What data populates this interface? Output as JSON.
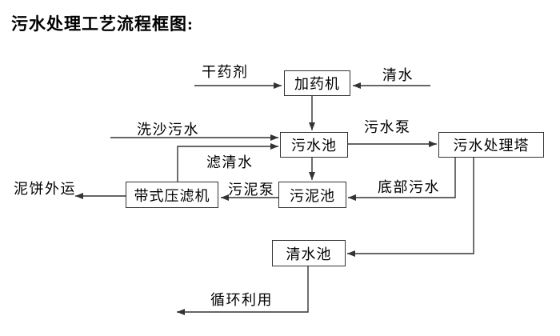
{
  "title": "污水处理工艺流程框图:",
  "diagram": {
    "nodes": [
      {
        "id": "dosing-machine",
        "label": "加药机"
      },
      {
        "id": "sewage-pool",
        "label": "污水池"
      },
      {
        "id": "sewage-treatment-tower",
        "label": "污水处理塔"
      },
      {
        "id": "sludge-pool",
        "label": "污泥池"
      },
      {
        "id": "belt-filter-press",
        "label": "带式压滤机"
      },
      {
        "id": "clean-water-pool",
        "label": "清水池"
      }
    ],
    "edge_labels": [
      {
        "id": "dry-chemical",
        "label": "干药剂"
      },
      {
        "id": "clean-water",
        "label": "清水"
      },
      {
        "id": "sand-washing-sewage",
        "label": "洗沙污水"
      },
      {
        "id": "sewage-pump",
        "label": "污水泵"
      },
      {
        "id": "filtered-water",
        "label": "滤清水"
      },
      {
        "id": "mud-cake-outbound",
        "label": "泥饼外运"
      },
      {
        "id": "sludge-pump",
        "label": "污泥泵"
      },
      {
        "id": "bottom-sewage",
        "label": "底部污水"
      },
      {
        "id": "recycle-reuse",
        "label": "循环利用"
      }
    ],
    "flows": [
      {
        "from": "干药剂",
        "to": "加药机",
        "label": ""
      },
      {
        "from": "清水",
        "to": "加药机",
        "label": ""
      },
      {
        "from": "加药机",
        "to": "污水池",
        "label": ""
      },
      {
        "from": "洗沙污水",
        "to": "污水池",
        "label": ""
      },
      {
        "from": "带式压滤机",
        "to": "污水池",
        "label": "滤清水"
      },
      {
        "from": "污水池",
        "to": "污水处理塔",
        "label": "污水泵"
      },
      {
        "from": "污水池",
        "to": "污泥池",
        "label": ""
      },
      {
        "from": "污水处理塔",
        "to": "污泥池",
        "label": "底部污水"
      },
      {
        "from": "污泥池",
        "to": "带式压滤机",
        "label": "污泥泵"
      },
      {
        "from": "带式压滤机",
        "to": "泥饼外运",
        "label": ""
      },
      {
        "from": "污水处理塔",
        "to": "清水池",
        "label": ""
      },
      {
        "from": "清水池",
        "to": "循环利用",
        "label": ""
      }
    ],
    "colors": {
      "line": "#333333",
      "box_border": "#333333",
      "text": "#000000",
      "background": "#ffffff"
    }
  }
}
